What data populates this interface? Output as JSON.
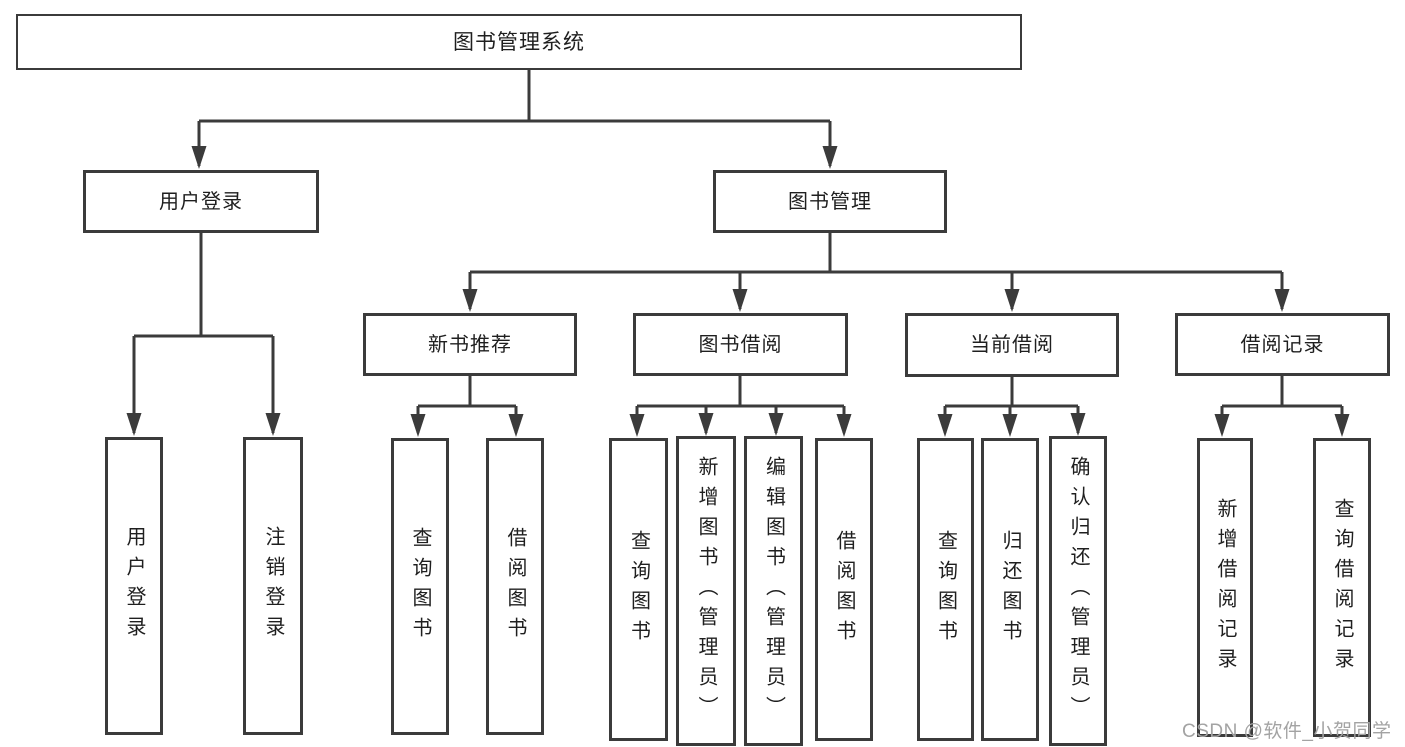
{
  "tree": {
    "root": "图书管理系统",
    "level2": [
      "用户登录",
      "图书管理"
    ],
    "level3": [
      "新书推荐",
      "图书借阅",
      "当前借阅",
      "借阅记录"
    ],
    "leaves": {
      "user_login": [
        "用户登录",
        "注销登录"
      ],
      "new_book_recommend": [
        "查询图书",
        "借阅图书"
      ],
      "book_borrow": [
        "查询图书",
        "新增图书（管理员）",
        "编辑图书（管理员）",
        "借阅图书"
      ],
      "current_borrow": [
        "查询图书",
        "归还图书",
        "确认归还（管理员）"
      ],
      "borrow_record": [
        "新增借阅记录",
        "查询借阅记录"
      ]
    }
  },
  "watermark": "CSDN @软件_小贺同学",
  "colors": {
    "line": "#3b3b3b",
    "text": "#1f1f1f",
    "background": "#ffffff",
    "watermark": "#a3a3a3"
  }
}
